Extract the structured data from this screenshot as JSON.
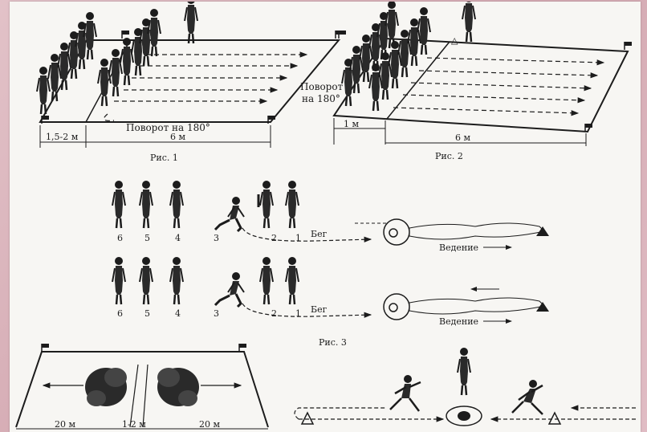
{
  "fig1": {
    "dim_left": "1,5-2 м",
    "dim_right": "6 м",
    "turn_label": "Поворот на 180°",
    "caption": "Рис. 1"
  },
  "fig2": {
    "turn_line1": "Поворот",
    "turn_line2": "на 180°",
    "dim_left": "1 м",
    "dim_right": "6 м",
    "caption": "Рис. 2"
  },
  "fig3": {
    "row1": {
      "numbers": [
        "6",
        "5",
        "4",
        "3",
        "2",
        "1"
      ],
      "run_label": "Бег",
      "dribble_label": "Ведение"
    },
    "row2": {
      "numbers": [
        "6",
        "5",
        "4",
        "3",
        "2",
        "1"
      ],
      "run_label": "Бег",
      "dribble_label": "Ведение"
    },
    "caption": "Рис. 3"
  },
  "fig4": {
    "dim_left": "20 м",
    "dim_mid": "1-2 м",
    "dim_right": "20 м"
  },
  "colors": {
    "ink": "#1c1c1c",
    "paper": "#f7f6f3",
    "frame": "#d9b3bb"
  }
}
